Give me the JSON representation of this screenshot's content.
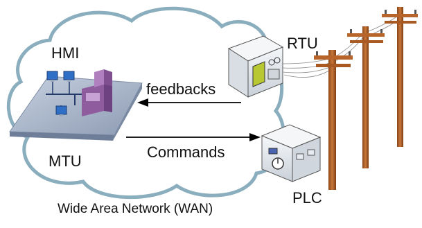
{
  "labels": {
    "hmi": "HMI",
    "mtu": "MTU",
    "rtu": "RTU",
    "plc": "PLC",
    "feedbacks": "feedbacks",
    "commands": "Commands",
    "network": "Wide Area Network (WAN)"
  },
  "colors": {
    "cloud_fill": "#ffffff",
    "cloud_stroke": "#8aaebd",
    "platform": "#a9b7cc",
    "server": "#9a6ea6",
    "device_body": "#e9edf2",
    "screen": "#b8c832",
    "pole": "#b7652a",
    "arrow": "#000000"
  },
  "icons": [
    "hmi-network-icon",
    "rtu-device-icon",
    "plc-device-icon",
    "utility-pole-icon"
  ]
}
